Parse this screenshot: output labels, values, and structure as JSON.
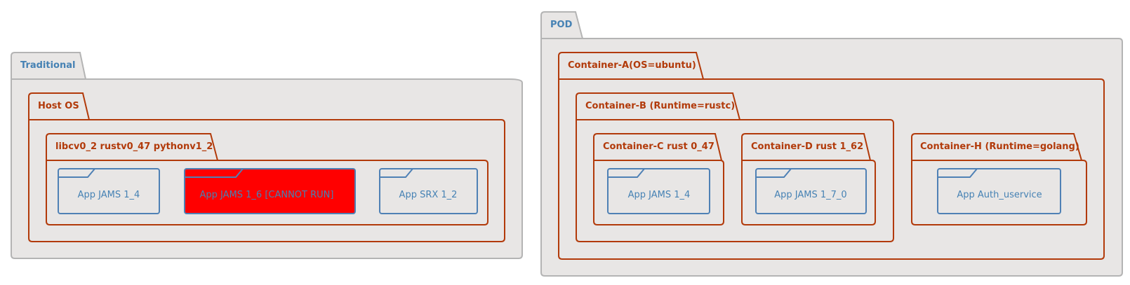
{
  "colors": {
    "outer_border": "#B4B4B4",
    "outer_fill": "#E8E6E5",
    "outer_title": "#4682B4",
    "inner_border": "#B23A0A",
    "inner_title": "#B23A0A",
    "node_border": "#4F81B5",
    "node_text": "#4682B4",
    "node_fill": "#E8E6E5",
    "alert_fill": "#FF0000"
  },
  "packages": {
    "traditional": {
      "title": "Traditional"
    },
    "host_os": {
      "title": "Host OS"
    },
    "libs": {
      "title": "libcv0_2 rustv0_47 pythonv1_2"
    },
    "pod": {
      "title": "POD"
    },
    "container_a": {
      "title": "Container-A(OS=ubuntu)"
    },
    "container_b": {
      "title": "Container-B (Runtime=rustc)"
    },
    "container_c": {
      "title": "Container-C rust 0_47"
    },
    "container_d": {
      "title": "Container-D rust 1_62"
    },
    "container_h": {
      "title": "Container-H (Runtime=golang)"
    }
  },
  "nodes": {
    "jams_1_4_trad": {
      "label": "App JAMS 1_4"
    },
    "jams_1_6": {
      "label": "App JAMS 1_6 [CANNOT RUN]"
    },
    "srx_1_2": {
      "label": "App SRX 1_2"
    },
    "jams_1_4_pod": {
      "label": "App JAMS 1_4"
    },
    "jams_1_7_0": {
      "label": "App JAMS 1_7_0"
    },
    "auth_uservice": {
      "label": "App Auth_uservice"
    }
  }
}
